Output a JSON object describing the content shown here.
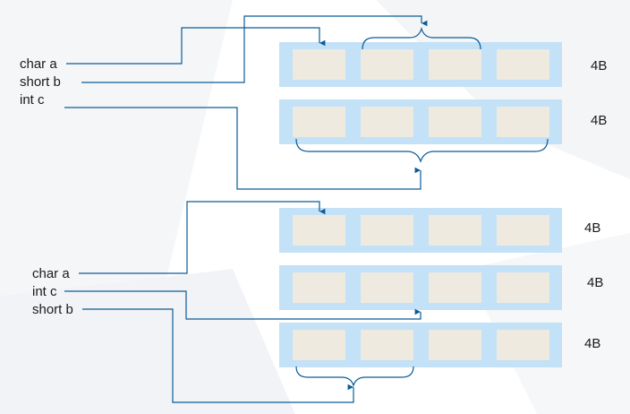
{
  "top_struct": {
    "fields": [
      "char a",
      "short b",
      "int c"
    ],
    "row_sizes": [
      "4B",
      "4B"
    ]
  },
  "bottom_struct": {
    "fields": [
      "char a",
      "int c",
      "short b"
    ],
    "row_sizes": [
      "4B",
      "4B",
      "4B"
    ]
  },
  "colors": {
    "row_band": "#c3e1f7",
    "cell": "#eeeae0",
    "line": "#0b5c96",
    "text": "#1a1a1a"
  },
  "icons": [
    "arrow-head-icon",
    "curly-brace-icon"
  ]
}
